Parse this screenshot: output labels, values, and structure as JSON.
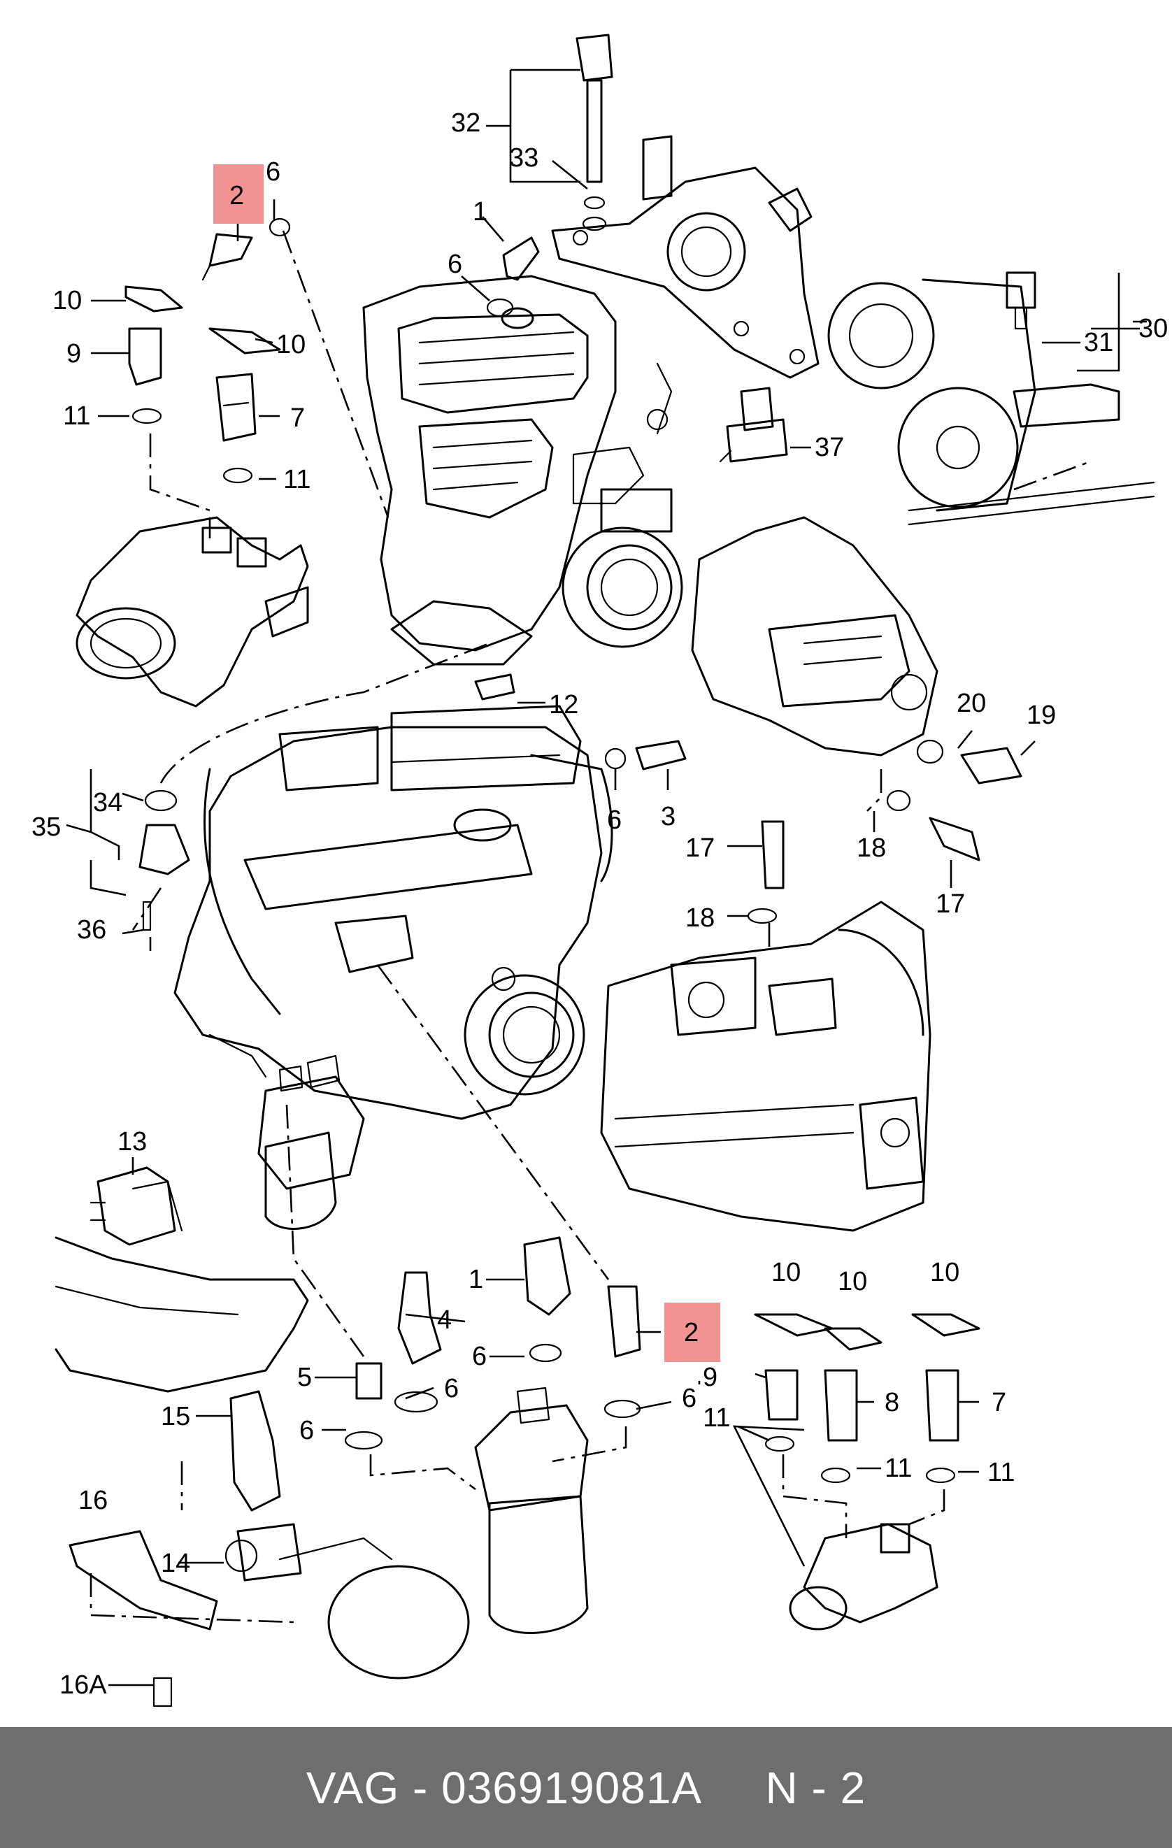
{
  "diagram": {
    "callouts": [
      "2",
      "6",
      "1",
      "6",
      "32",
      "33",
      "10",
      "10",
      "9",
      "7",
      "11",
      "11",
      "31",
      "30",
      "37",
      "12",
      "20",
      "19",
      "34",
      "35",
      "6",
      "3",
      "17",
      "18",
      "17",
      "36",
      "18",
      "13",
      "10",
      "10",
      "10",
      "1",
      "4",
      "2",
      "6",
      "6",
      "9",
      "8",
      "7",
      "5",
      "6",
      "11",
      "11",
      "11",
      "15",
      "6",
      "16",
      "14",
      "16A"
    ],
    "highlighted_callout": "2"
  },
  "footer": {
    "part_number_line": "VAG - 036919081A",
    "page_label": "N - 2"
  },
  "colors": {
    "background": "#ffffff",
    "footer_bar": "#6e6e6e",
    "footer_text": "#ffffff",
    "highlight": "#f08080"
  }
}
